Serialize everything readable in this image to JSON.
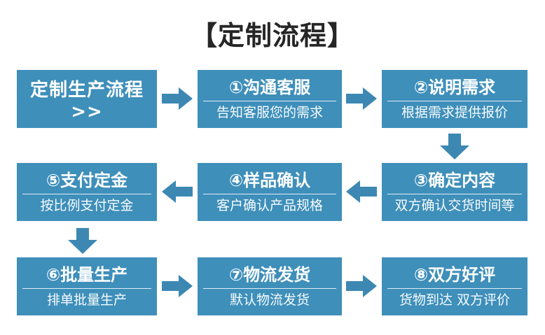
{
  "title": "【定制流程】",
  "colors": {
    "box": "#3E8FBA",
    "arrow": "#3C88B2",
    "title_text": "#262626",
    "box_text": "#FFFFFF"
  },
  "start_box": {
    "label": "定制生产流程>>"
  },
  "steps": [
    {
      "title": "①沟通客服",
      "subtitle": "告知客服您的需求"
    },
    {
      "title": "②说明需求",
      "subtitle": "根据需求提供报价"
    },
    {
      "title": "③确定内容",
      "subtitle": "双方确认交货时间等"
    },
    {
      "title": "④样品确认",
      "subtitle": "客户确认产品规格"
    },
    {
      "title": "⑤支付定金",
      "subtitle": "按比例支付定金"
    },
    {
      "title": "⑥批量生产",
      "subtitle": "排单批量生产"
    },
    {
      "title": "⑦物流发货",
      "subtitle": "默认物流发货"
    },
    {
      "title": "⑧双方好评",
      "subtitle": "货物到达 双方评价"
    }
  ]
}
